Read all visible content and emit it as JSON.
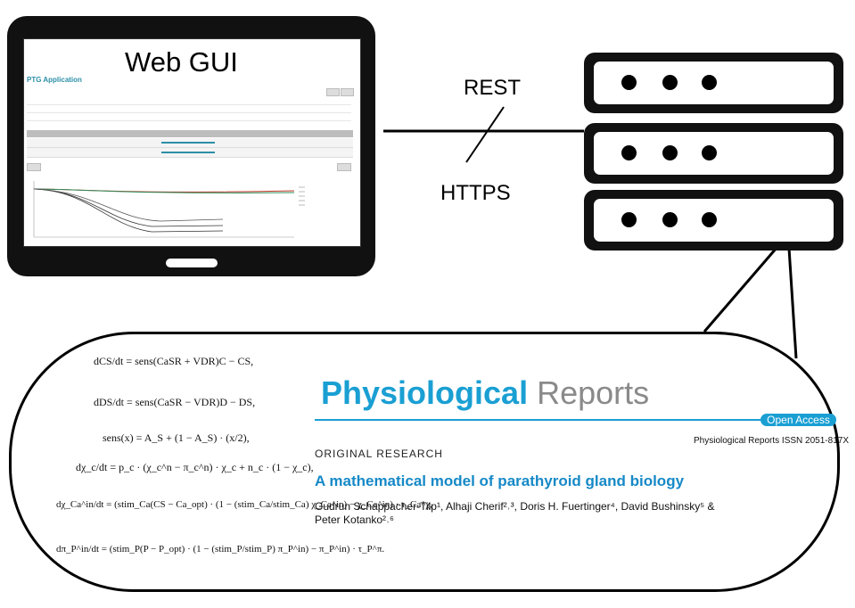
{
  "tablet": {
    "title": "Web GUI",
    "app_name": "PTG Application"
  },
  "connection": {
    "top_label": "REST",
    "bottom_label": "HTTPS"
  },
  "equations": [
    "dCS/dt = sens(CaSR + VDR)C − CS,",
    "dDS/dt = sens(CaSR − VDR)D − DS,",
    "sens(x) = A_S + (1 − A_S) · (x/2),",
    "dχ_c/dt = p_c · (χ_c^n − π_c^n) · χ_c + n_c · (1 − χ_c),",
    "dχ_Ca^in/dt = (stim_Ca(CS − Ca_opt) · (1 − (stim_Ca/stim_Ca) χ_Ca^in) − χ_Ca^in) · τ_Ca^χ,",
    "dπ_P^in/dt = (stim_P(P − P_opt) · (1 − (stim_P/stim_P) π_P^in) − π_P^in) · τ_P^π."
  ],
  "journal": {
    "name_bold": "Physiological",
    "name_light": "Reports",
    "open_access": "Open Access",
    "issn": "Physiological Reports ISSN 2051-817X",
    "section": "ORIGINAL RESEARCH",
    "title": "A mathematical model of parathyroid gland biology",
    "authors_line1": "Gudrun Schappacher-Tilp¹, Alhaji Cherif²˒³, Doris H. Fuertinger⁴, David Bushinsky⁵ &",
    "authors_line2": "Peter Kotanko²˒⁶"
  },
  "colors": {
    "journal_blue": "#1a9fd3",
    "journal_gray": "#8a8a8a",
    "title_blue": "#1689c7"
  }
}
